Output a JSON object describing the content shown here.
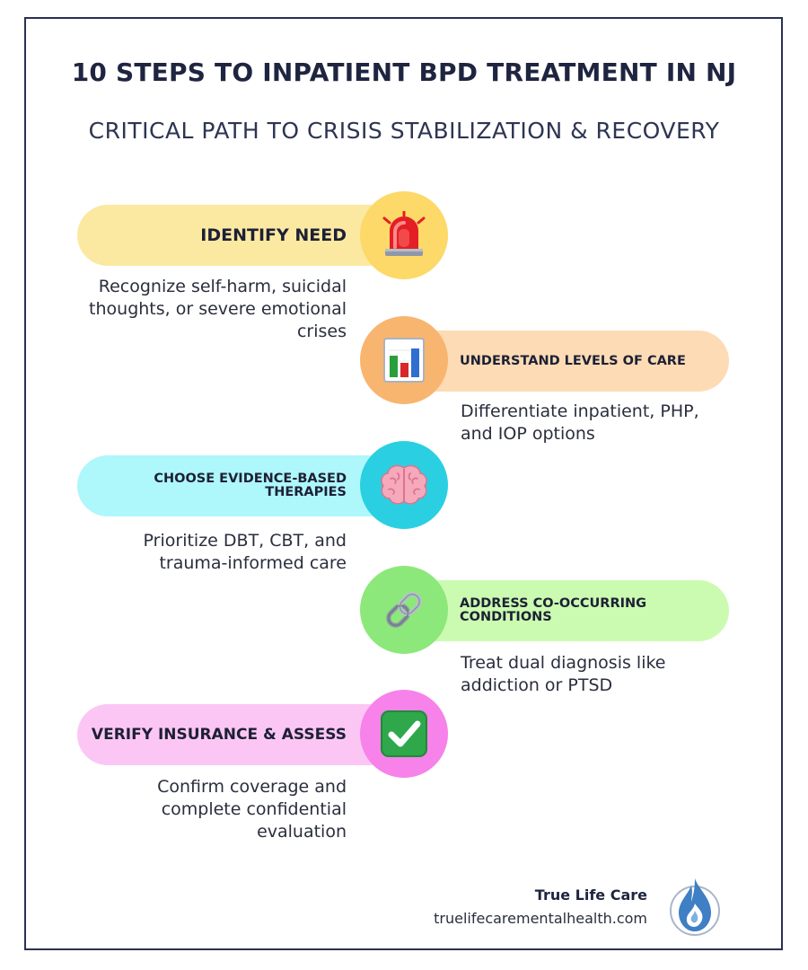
{
  "header": {
    "title": "10 STEPS TO INPATIENT BPD TREATMENT IN NJ",
    "subtitle": "CRITICAL PATH TO CRISIS STABILIZATION & RECOVERY"
  },
  "steps": [
    {
      "label": "IDENTIFY NEED",
      "description": "Recognize self-harm, suicidal thoughts, or severe emotional crises",
      "icon": "siren-icon",
      "pill_color": "#fbe9a2",
      "circle_color": "#fcd968"
    },
    {
      "label": "UNDERSTAND LEVELS OF CARE",
      "description": "Differentiate inpatient, PHP, and IOP options",
      "icon": "bar-chart-icon",
      "pill_color": "#fddbb5",
      "circle_color": "#f8b570"
    },
    {
      "label": "CHOOSE EVIDENCE-BASED THERAPIES",
      "description": "Prioritize DBT, CBT, and trauma-informed care",
      "icon": "brain-icon",
      "pill_color": "#aef7fb",
      "circle_color": "#2ad0e2"
    },
    {
      "label": "ADDRESS CO-OCCURRING CONDITIONS",
      "description": "Treat dual diagnosis like addiction or PTSD",
      "icon": "chain-link-icon",
      "pill_color": "#cbfbb0",
      "circle_color": "#8ce87a"
    },
    {
      "label": "VERIFY INSURANCE & ASSESS",
      "description": "Confirm coverage and complete confidential evaluation",
      "icon": "check-mark-icon",
      "pill_color": "#fcc6f4",
      "circle_color": "#f682ea"
    }
  ],
  "brand": {
    "name": "True Life Care",
    "url": "truelifecarementalhealth.com",
    "logo_icon": "flame-drop-logo-icon",
    "logo_color": "#3f7fc4"
  }
}
